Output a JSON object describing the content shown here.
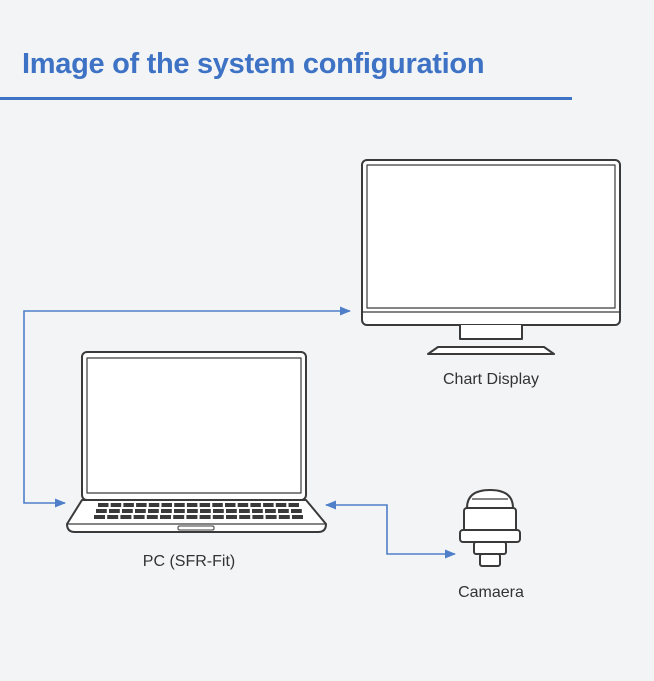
{
  "title": "Image of the system configuration",
  "colors": {
    "accent": "#3d72c4",
    "arrow": "#4f7fc8",
    "device_stroke": "#3a3a3a",
    "background": "#f3f4f6"
  },
  "nodes": {
    "display": {
      "label": "Chart Display",
      "icon": "monitor-icon"
    },
    "pc": {
      "label": "PC (SFR-Fit)",
      "icon": "laptop-icon"
    },
    "camera": {
      "label": "Camaera",
      "icon": "camera-icon"
    }
  },
  "connections": [
    {
      "from": "pc",
      "to": "display",
      "direction": "both"
    },
    {
      "from": "pc",
      "to": "camera",
      "direction": "both"
    }
  ]
}
